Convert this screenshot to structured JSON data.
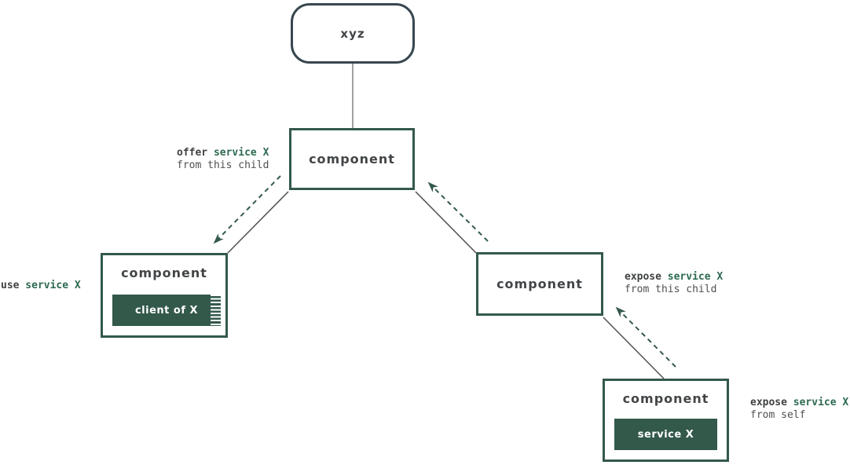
{
  "diagram": {
    "nodes": {
      "xyz": {
        "label": "xyz"
      },
      "component_top": {
        "label": "component"
      },
      "component_left": {
        "label": "component",
        "inner_box": "client of X"
      },
      "component_right": {
        "label": "component"
      },
      "component_bottom": {
        "label": "component",
        "inner_box": "service X"
      }
    },
    "annotations": {
      "offer": {
        "verb": "offer",
        "object": "service X",
        "detail": "from this child"
      },
      "use": {
        "verb": "use",
        "object": "service X"
      },
      "expose_child": {
        "verb": "expose",
        "object": "service X",
        "detail": "from this child"
      },
      "expose_self": {
        "verb": "expose",
        "object": "service X",
        "detail": "from self"
      }
    },
    "edges": [
      {
        "from": "xyz",
        "to": "component_top",
        "style": "solid"
      },
      {
        "from": "component_top",
        "to": "component_left",
        "style": "solid"
      },
      {
        "from": "component_top",
        "to": "component_right",
        "style": "solid"
      },
      {
        "from": "component_right",
        "to": "component_bottom",
        "style": "solid"
      },
      {
        "from": "component_top",
        "to": "component_left",
        "style": "dashed-arrow"
      },
      {
        "from": "component_right",
        "to": "component_top",
        "style": "dashed-arrow"
      },
      {
        "from": "component_bottom",
        "to": "component_right",
        "style": "dashed-arrow"
      }
    ],
    "colors": {
      "green": "#33594b",
      "green_text": "#2d6a50",
      "slate_border": "#37474f",
      "node_text": "#424547",
      "muted_text": "#4e5052",
      "solid_line": "#555555",
      "background": "#ffffff",
      "inner_box_text": "#ffffff"
    }
  }
}
